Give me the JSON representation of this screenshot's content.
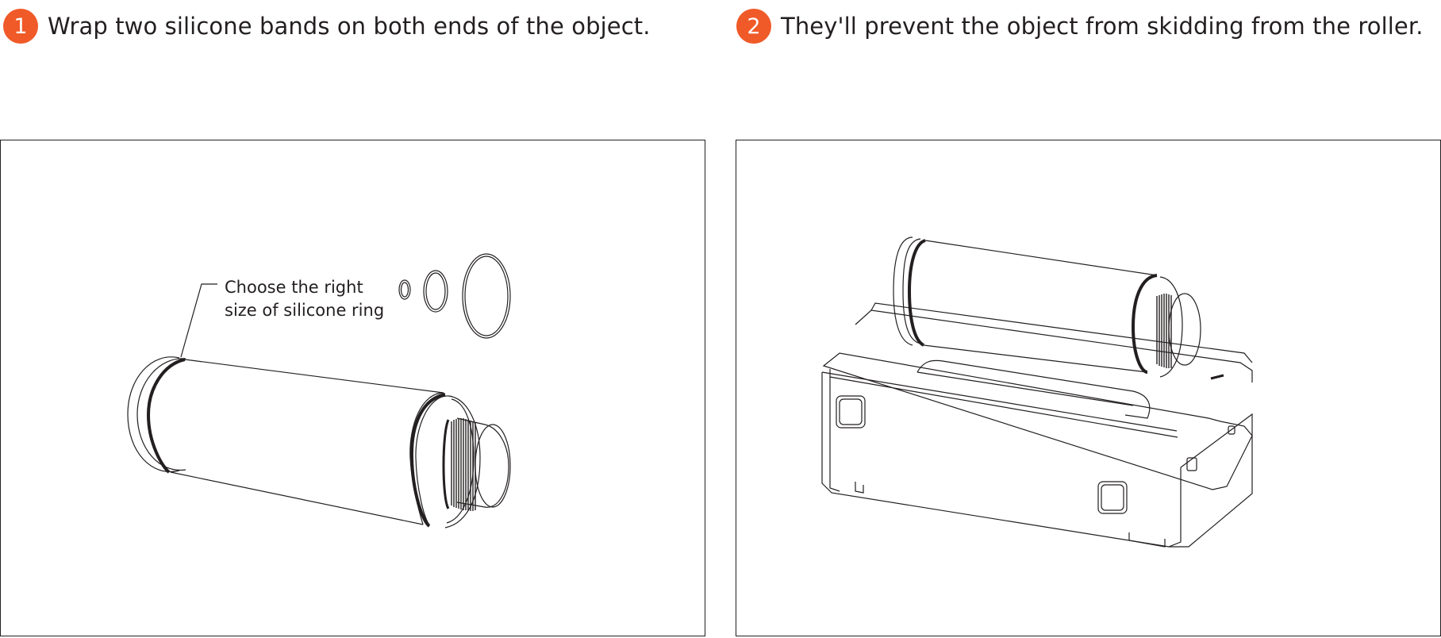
{
  "steps": [
    {
      "number": "1",
      "text": "Wrap two silicone bands on both ends of the object."
    },
    {
      "number": "2",
      "text": "They'll prevent the object from skidding from the roller."
    }
  ],
  "callout": {
    "line1": "Choose the right",
    "line2": "size of silicone ring"
  },
  "colors": {
    "accent": "#f05a28",
    "ink": "#231f20",
    "background": "#ffffff"
  },
  "icons": {
    "step_badge": "orange-circle-number"
  }
}
